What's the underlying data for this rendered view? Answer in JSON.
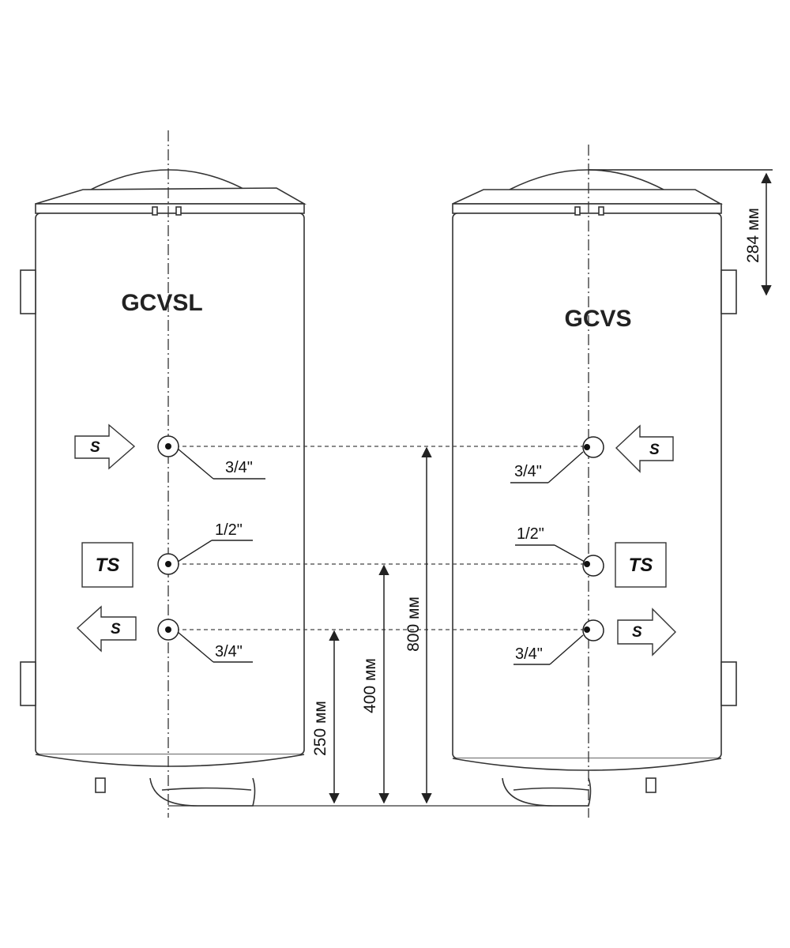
{
  "tanks": {
    "left_name": "GCVSL",
    "right_name": "GCVS"
  },
  "dimensions": {
    "d800": "800 мм",
    "d400": "400 мм",
    "d250": "250 мм",
    "d284": "284 мм"
  },
  "connections": {
    "upper_size": "3/4\"",
    "middle_size": "1/2\"",
    "lower_size": "3/4\""
  },
  "symbols": {
    "sensor_box": "TS",
    "arrow_letter": "S"
  },
  "colors": {
    "line": "#333333",
    "tank_fill": "#ffffff"
  }
}
